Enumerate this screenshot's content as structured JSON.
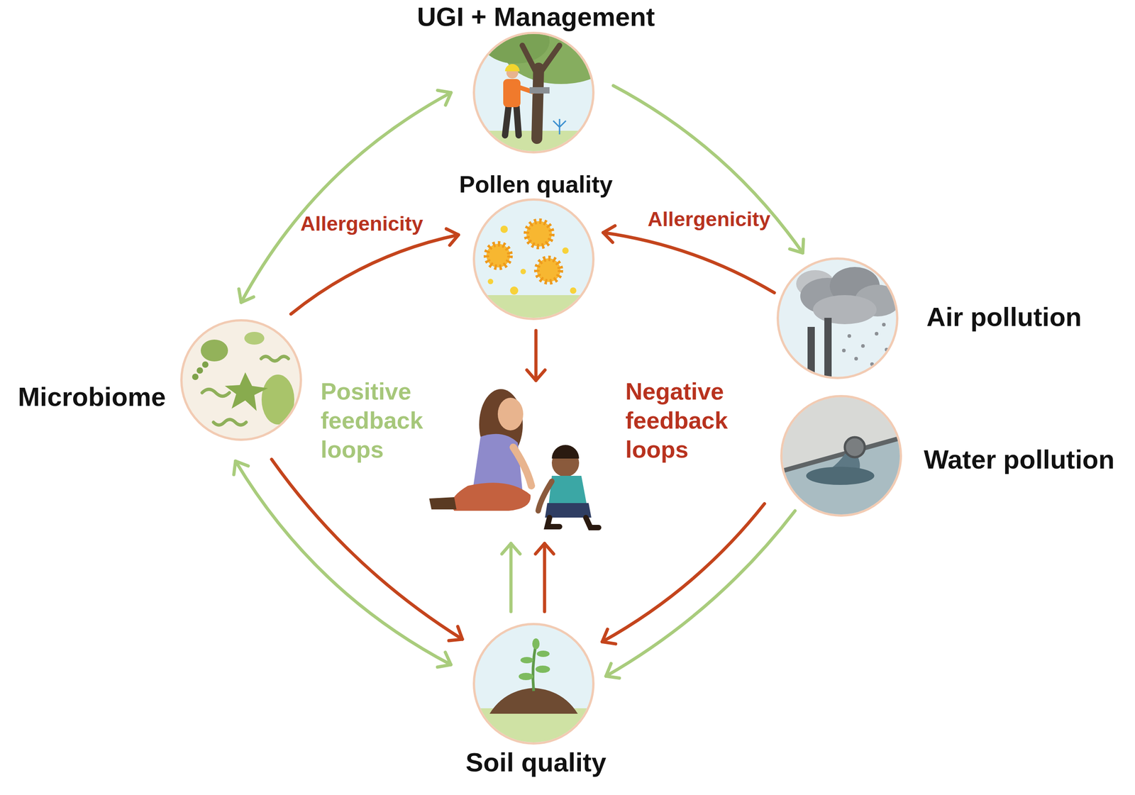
{
  "diagram": {
    "nodes": [
      {
        "text": [
          "UGI + Management"
        ]
      },
      {
        "text": [
          "Pollen quality"
        ]
      },
      {
        "text": [
          "Air pollution"
        ]
      },
      {
        "text": [
          "Water pollution"
        ]
      },
      {
        "text": [
          "Soil quality"
        ]
      },
      {
        "text": [
          "Microbiome"
        ]
      }
    ],
    "edges": [
      {
        "from": 0,
        "to": 5,
        "arrow": "both"
      },
      {
        "from": 0,
        "to": 2,
        "arrow": "to"
      },
      {
        "from": 5,
        "to": 1,
        "label": "Allergenicity",
        "arrow": "to"
      },
      {
        "from": 2,
        "to": 1,
        "label": "Allergenicity",
        "arrow": "to"
      },
      {
        "from": 5,
        "to": 4,
        "arrow": "to"
      },
      {
        "from": 5,
        "to": 4,
        "arrow": "both"
      },
      {
        "from": 3,
        "to": 4,
        "arrow": "to"
      },
      {
        "from": 3,
        "to": 4,
        "arrow": "to"
      }
    ],
    "labels": [
      "Positive feedback loops",
      "Negative feedback loops"
    ]
  }
}
